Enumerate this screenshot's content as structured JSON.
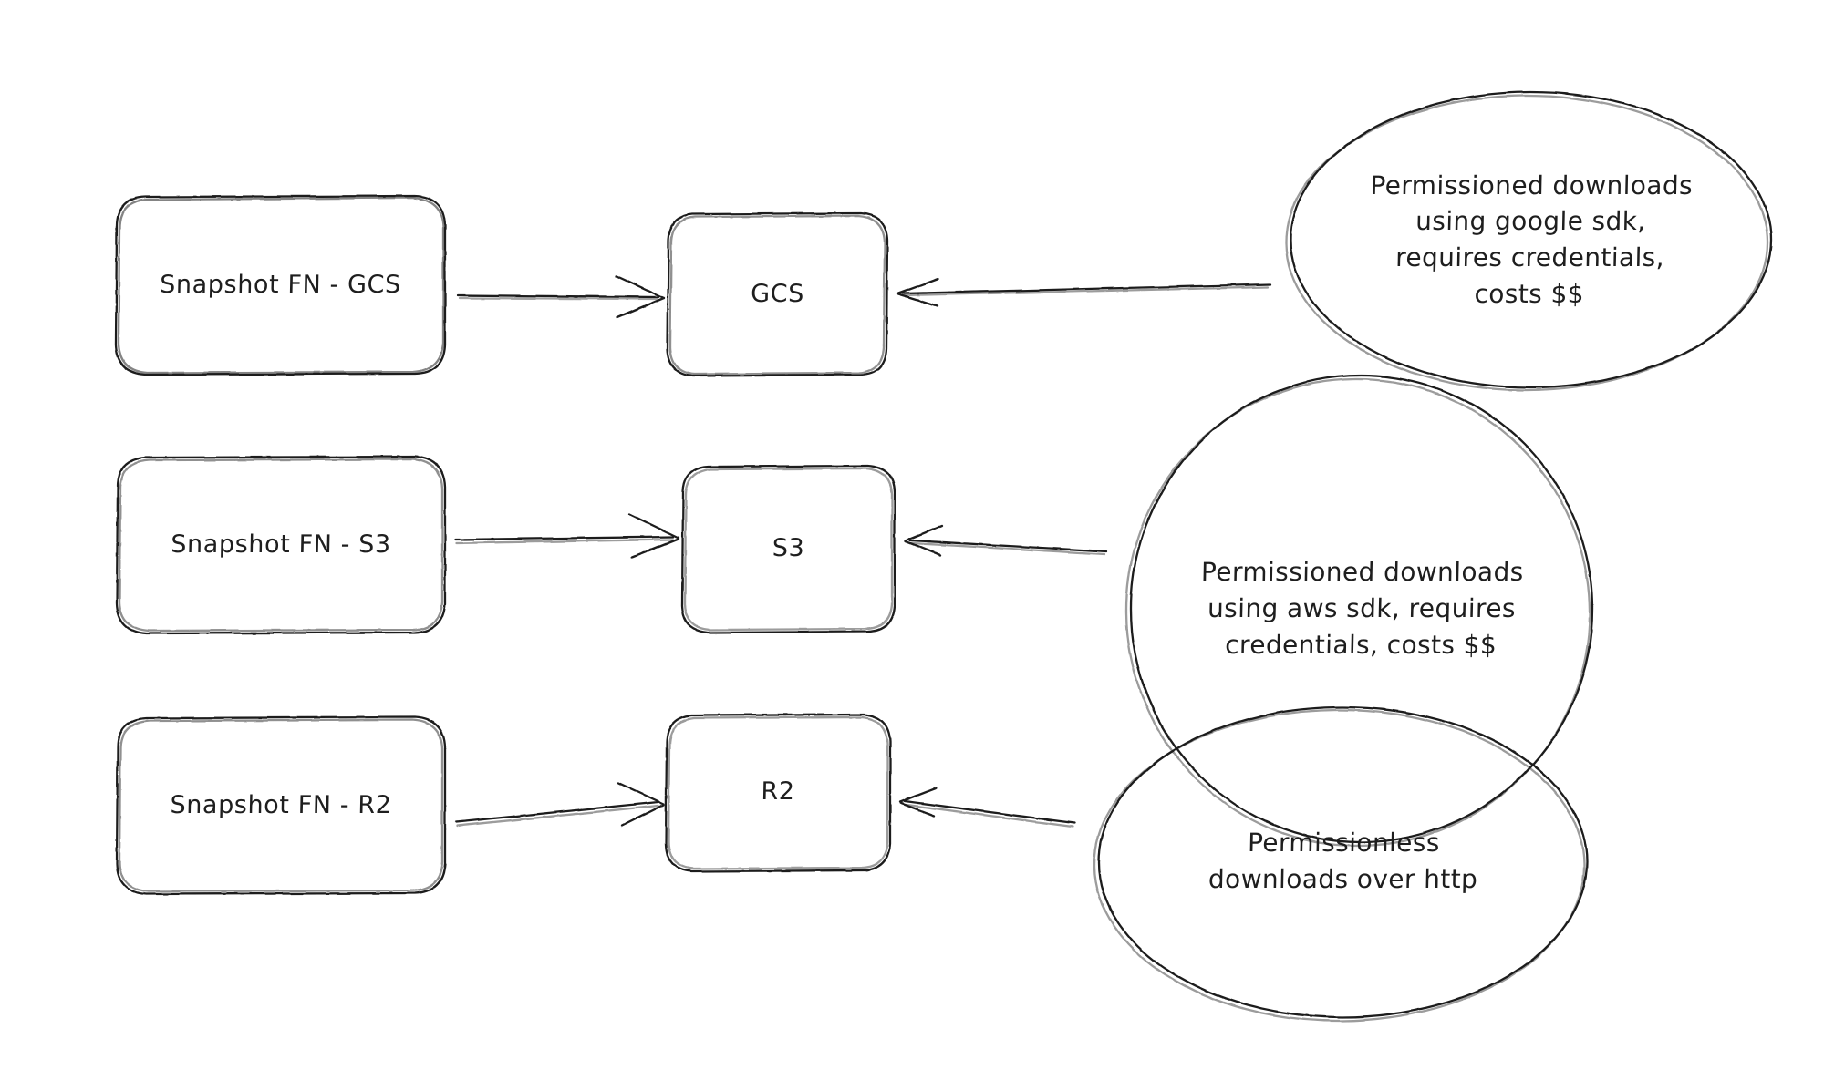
{
  "diagram": {
    "title": "Snapshot storage backends and download characteristics",
    "background_color": "#ffffff",
    "stroke_color": "#1e1e1e",
    "style": "hand-drawn",
    "rows": [
      {
        "id": "gcs-row",
        "source": {
          "label": "Snapshot FN - GCS"
        },
        "target": {
          "label": "GCS"
        },
        "note": {
          "label": "Permissioned downloads\nusing google sdk,\nrequires credentials,\ncosts $$"
        },
        "edges": [
          {
            "from": "Snapshot FN - GCS",
            "to": "GCS",
            "direction": "right"
          },
          {
            "from": "Permissioned downloads using google sdk, requires credentials, costs $$",
            "to": "GCS",
            "direction": "left"
          }
        ]
      },
      {
        "id": "s3-row",
        "source": {
          "label": "Snapshot FN - S3"
        },
        "target": {
          "label": "S3"
        },
        "note": {
          "label": "Permissioned downloads\nusing aws sdk, requires\ncredentials, costs $$"
        },
        "edges": [
          {
            "from": "Snapshot FN - S3",
            "to": "S3",
            "direction": "right"
          },
          {
            "from": "Permissioned downloads using aws sdk, requires credentials, costs $$",
            "to": "S3",
            "direction": "left"
          }
        ]
      },
      {
        "id": "r2-row",
        "source": {
          "label": "Snapshot FN - R2"
        },
        "target": {
          "label": "R2"
        },
        "note": {
          "label": "Permissionless\ndownloads over http"
        },
        "edges": [
          {
            "from": "Snapshot FN - R2",
            "to": "R2",
            "direction": "right"
          },
          {
            "from": "Permissionless downloads over http",
            "to": "R2",
            "direction": "left"
          }
        ]
      }
    ]
  }
}
